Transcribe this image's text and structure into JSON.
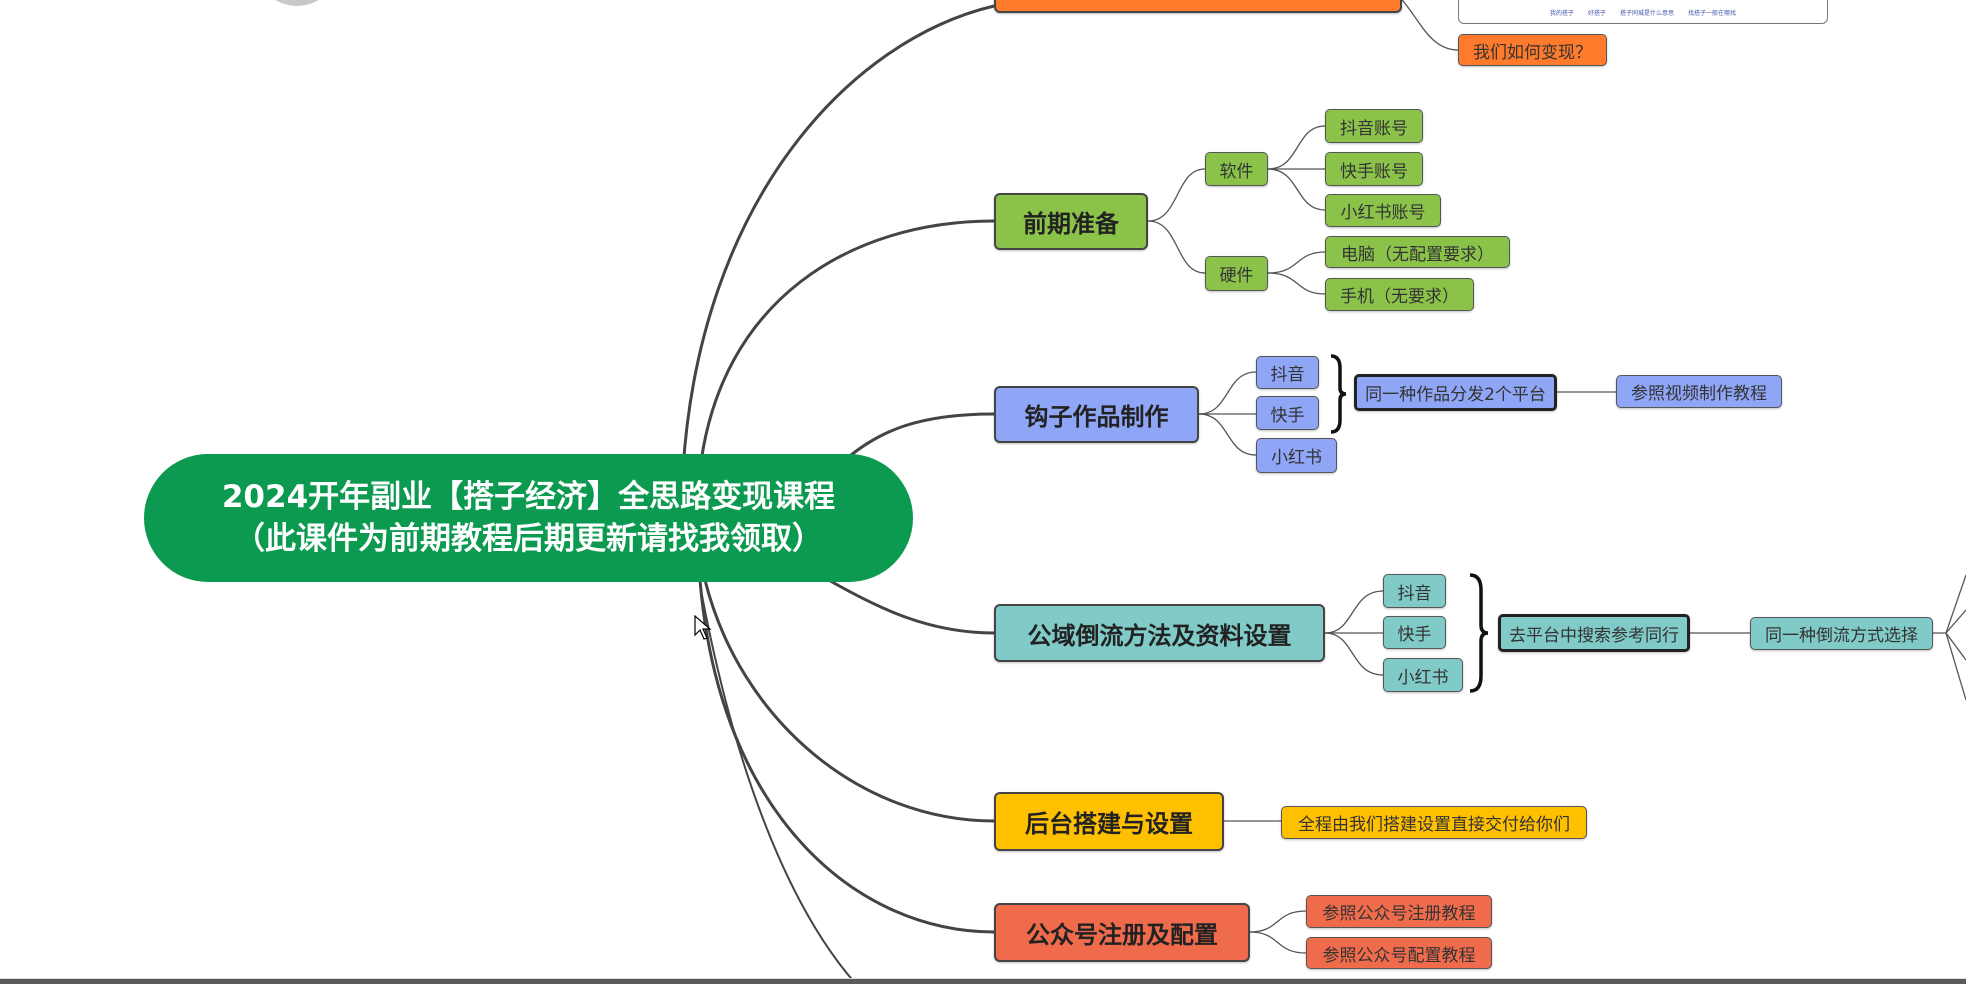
{
  "root": {
    "line1": "2024开年副业【搭子经济】全思路变现课程",
    "line2": "（此课件为前期教程后期更新请找我领取）"
  },
  "top": {
    "links": [
      "我的搭子",
      "好搭子",
      "搭子同城是什么意思",
      "找搭子一般在哪找"
    ],
    "monetize": "我们如何变现？"
  },
  "prep": {
    "title": "前期准备",
    "software": {
      "label": "软件",
      "items": [
        "抖音账号",
        "快手账号",
        "小红书账号"
      ]
    },
    "hardware": {
      "label": "硬件",
      "items": [
        "电脑（无配置要求）",
        "手机（无要求）"
      ]
    }
  },
  "hook": {
    "title": "钩子作品制作",
    "platforms": [
      "抖音",
      "快手",
      "小红书"
    ],
    "distribute": "同一种作品分发2个平台",
    "ref": "参照视频制作教程"
  },
  "traffic": {
    "title": "公域倒流方法及资料设置",
    "platforms": [
      "抖音",
      "快手",
      "小红书"
    ],
    "search": "去平台中搜索参考同行",
    "choose": "同一种倒流方式选择"
  },
  "backend": {
    "title": "后台搭建与设置",
    "note": "全程由我们搭建设置直接交付给你们"
  },
  "wechat": {
    "title": "公众号注册及配置",
    "items": [
      "参照公众号注册教程",
      "参照公众号配置教程"
    ]
  },
  "colors": {
    "root": "#0b9a50",
    "prep": "#8bc34a",
    "hook": "#8fa6f7",
    "traffic": "#80cbc8",
    "backend": "#ffc000",
    "wechat": "#f06b4b",
    "top": "#ff7a2a"
  }
}
